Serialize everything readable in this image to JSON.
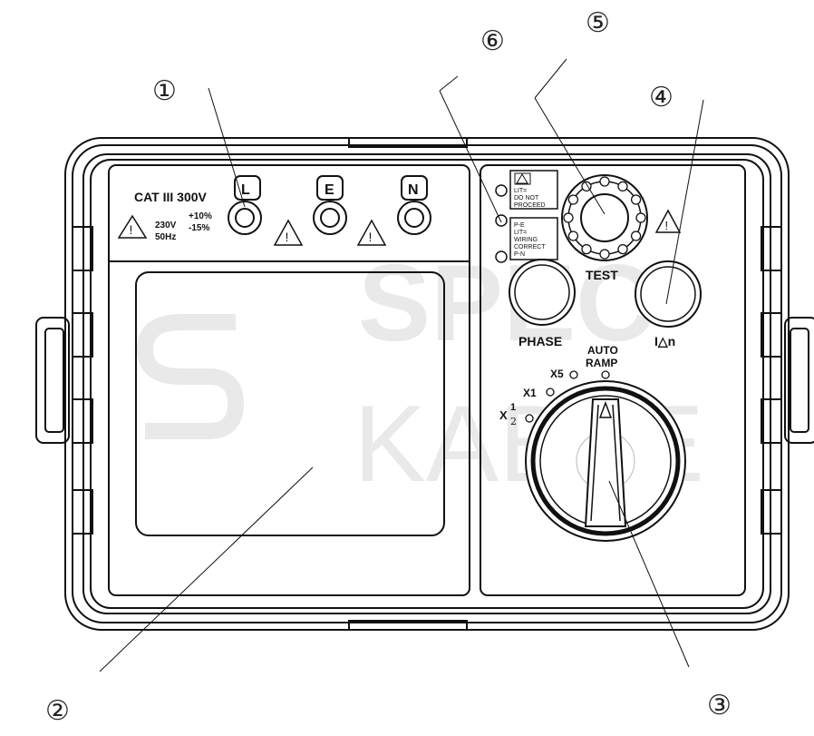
{
  "watermark": {
    "line1": "SPEC",
    "line2": "KABLE"
  },
  "callouts": [
    "①",
    "②",
    "③",
    "④",
    "⑤",
    "⑥"
  ],
  "terminals": {
    "cat_rating": "CAT III 300V",
    "voltage": "230V",
    "frequency": "50Hz",
    "tol_plus": "+10%",
    "tol_minus": "-15%",
    "labels": [
      "L",
      "E",
      "N"
    ]
  },
  "indicators": {
    "lit1": "LIT=",
    "do_not_1": "DO NOT",
    "proceed": "PROCEED",
    "pe": "P-E",
    "lit2": "LIT=",
    "wiring": "WIRING",
    "correct": "CORRECT",
    "pn": "P-N"
  },
  "buttons": {
    "test": "TEST",
    "phase": "PHASE",
    "idn": "I△n"
  },
  "range_selector": {
    "half_base": "X",
    "half_num": "1",
    "half_den": "2",
    "x1": "X1",
    "x5": "X5",
    "auto": "AUTO",
    "ramp": "RAMP"
  },
  "colors": {
    "stroke": "#111111",
    "watermark": "#e9e9e9"
  }
}
